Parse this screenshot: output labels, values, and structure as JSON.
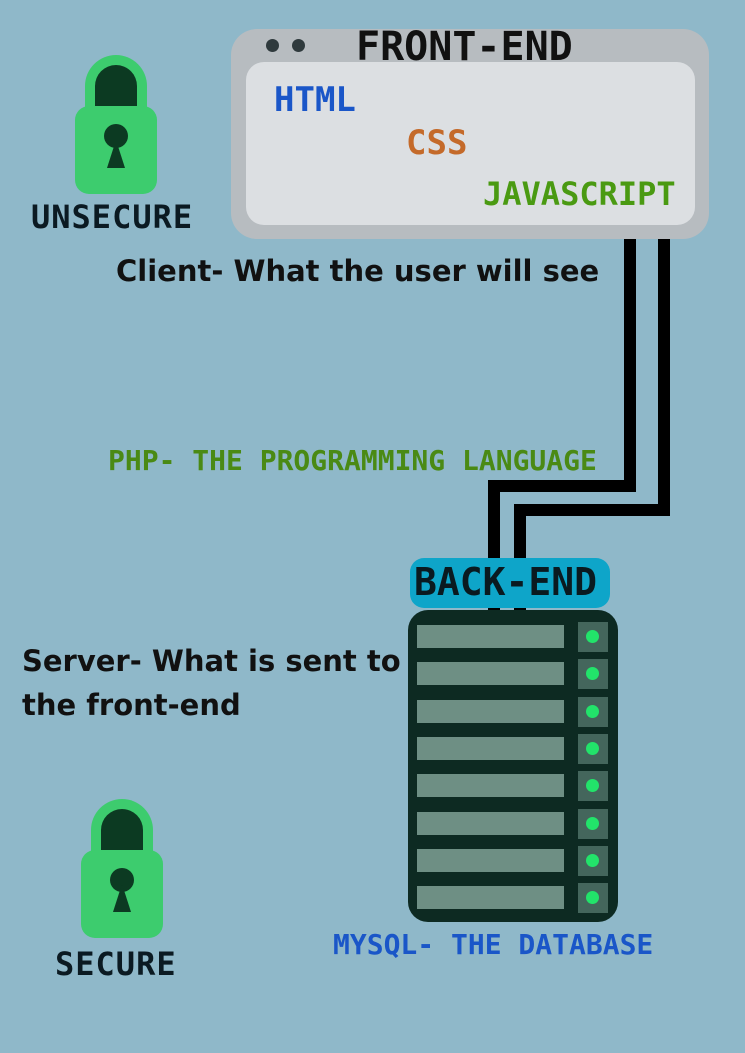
{
  "frontend": {
    "title": "FRONT-END",
    "languages": [
      {
        "label": "HTML",
        "color": "#1a56c8"
      },
      {
        "label": "CSS",
        "color": "#c46a2a"
      },
      {
        "label": "JAVASCRIPT",
        "color": "#4a9a12"
      }
    ],
    "caption": "Client- What the user will see"
  },
  "connector_label": "PHP- THE PROGRAMMING LANGUAGE",
  "backend": {
    "title": "BACK-END",
    "caption_line1": "Server- What is sent to",
    "caption_line2": "the front-end",
    "database_label": "MYSQL- THE DATABASE",
    "slot_count": 8
  },
  "locks": {
    "unsecure": "UNSECURE",
    "secure": "SECURE"
  },
  "colors": {
    "background": "#8fb8c9",
    "lock_green": "#3dcc6e",
    "php_green": "#4a8a14",
    "mysql_blue": "#1a56c8",
    "backend_tab": "#0ea5c9",
    "server_body": "#0d2a22"
  }
}
